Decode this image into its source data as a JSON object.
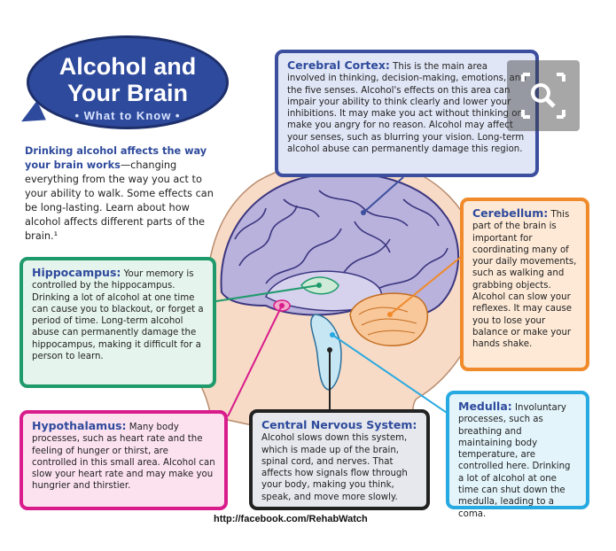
{
  "title": {
    "line1": "Alcohol and",
    "line2": "Your Brain",
    "subtitle": "• What to Know •"
  },
  "intro": {
    "lead": "Drinking alcohol affects the way your brain works",
    "body": "—changing everything from the way you act to your ability to walk. Some effects can be long-lasting. Learn about how alcohol affects different parts of the brain.¹"
  },
  "regions": {
    "cortex": {
      "heading": "Cerebral Cortex:",
      "text": " This is the main area involved in thinking, decision-making, emotions, and the five senses. Alcohol's effects on this area can impair your ability to think clearly and lower your inhibitions. It may make you act without thinking or make you angry for no reason. Alcohol may affect your senses, such as blurring your vision. Long-term alcohol abuse can permanently damage this region."
    },
    "cerebellum": {
      "heading": "Cerebellum:",
      "text": " This part of the brain is important for coordinating many of your daily movements, such as walking and grabbing objects. Alcohol can slow your reflexes. It may cause you to lose your balance or make your hands shake."
    },
    "hippocampus": {
      "heading": "Hippocampus:",
      "text": " Your memory is controlled by the hippocampus. Drinking a lot of alcohol at one time can cause you to blackout, or forget a period of time. Long-term alcohol abuse can permanently damage the hippocampus, making it difficult for a person to learn."
    },
    "hypothalamus": {
      "heading": "Hypothalamus:",
      "text": " Many body processes, such as heart rate and the feeling of hunger or thirst, are controlled in this small area. Alcohol can slow your heart rate and may make you hungrier and thirstier."
    },
    "cns": {
      "heading": "Central Nervous System:",
      "text": " Alcohol slows down this system, which is made up of the brain, spinal cord, and nerves. That affects how signals flow through your body, making you think, speak, and move more slowly."
    },
    "medulla": {
      "heading": "Medulla:",
      "text": " Involuntary processes, such as breathing and maintaining body temperature, are controlled here. Drinking a lot of alcohol at one time can shut down the medulla, leading to a coma."
    }
  },
  "footer": "http://facebook.com/RehabWatch",
  "colors": {
    "title": "#2e4a9c",
    "cortex": "#3c4f9f",
    "cerebellum": "#f08a2a",
    "hippocampus": "#1f9a6b",
    "hypothalamus": "#d91c8c",
    "cns": "#222222",
    "medulla": "#27a9e1"
  },
  "icons": {
    "zoom": "magnifier-icon"
  }
}
